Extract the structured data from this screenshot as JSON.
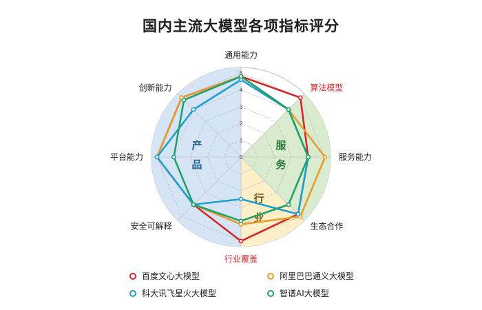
{
  "chart_data": {
    "type": "radar",
    "title": "国内主流大模型各项指标评分",
    "axes": [
      "通用能力",
      "算法模型",
      "服务能力",
      "生态合作",
      "行业覆盖",
      "安全可解释",
      "平台能力",
      "创新能力"
    ],
    "highlight_axes": [
      "算法模型",
      "行业覆盖"
    ],
    "r_ticks": [
      "0",
      "1",
      "2",
      "3",
      "4",
      "5"
    ],
    "r_range": [
      0,
      5
    ],
    "grid": "octagon",
    "groups": [
      {
        "label": "产品",
        "chars": [
          "产",
          "品"
        ],
        "color": "#d5e5f5",
        "text_color": "#1f5f8b"
      },
      {
        "label": "服务",
        "chars": [
          "服",
          "务"
        ],
        "color": "#d9ecd0",
        "text_color": "#2b7a3c"
      },
      {
        "label": "行业",
        "chars": [
          "行",
          "业"
        ],
        "color": "#fdf0c8",
        "text_color": "#7a5a10"
      }
    ],
    "series": [
      {
        "name": "百度文心大模型",
        "color": "#d7262a",
        "values": [
          4.8,
          5.0,
          4.0,
          4.8,
          5.0,
          4.0,
          5.0,
          5.0
        ]
      },
      {
        "name": "阿里巴巴通义大模型",
        "color": "#ea9a2a",
        "values": [
          4.8,
          4.0,
          5.0,
          5.0,
          4.0,
          4.0,
          5.0,
          5.0
        ]
      },
      {
        "name": "科大讯飞星火大模型",
        "color": "#1f9ed1",
        "values": [
          4.6,
          4.0,
          4.0,
          4.8,
          2.5,
          4.0,
          5.0,
          4.0
        ]
      },
      {
        "name": "智谱AI大模型",
        "color": "#22a06b",
        "values": [
          4.8,
          4.0,
          4.0,
          4.0,
          3.8,
          4.0,
          4.0,
          4.8
        ]
      }
    ],
    "legend_position": "bottom"
  }
}
